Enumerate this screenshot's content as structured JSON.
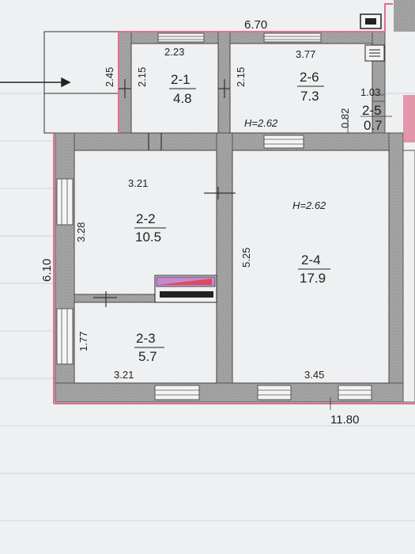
{
  "plan": {
    "overall_top": "6.70",
    "overall_bottom": "11.80",
    "overall_left": "6.10",
    "heights": {
      "upper": "H=2.62",
      "main": "H=2.62"
    },
    "rooms": {
      "r21": {
        "code": "2-1",
        "area": "4.8",
        "width": "2.23",
        "height": "2.15"
      },
      "r26": {
        "code": "2-6",
        "area": "7.3",
        "width": "3.77",
        "height": "2.15"
      },
      "r25": {
        "code": "2-5",
        "area": "0.7",
        "width": "1.03",
        "height": "0.82"
      },
      "r22": {
        "code": "2-2",
        "area": "10.5",
        "width": "3.21",
        "height": "3.28"
      },
      "r23": {
        "code": "2-3",
        "area": "5.7",
        "width": "3.21",
        "height": "1.77"
      },
      "r24": {
        "code": "2-4",
        "area": "17.9",
        "width": "3.45",
        "height": "5.25"
      }
    },
    "porch": {
      "width": "2.45"
    }
  },
  "colors": {
    "wall": "#a7a7a7",
    "outline": "#e06a88",
    "paper": "#eef0f1",
    "grid": "#c9d3dc"
  }
}
